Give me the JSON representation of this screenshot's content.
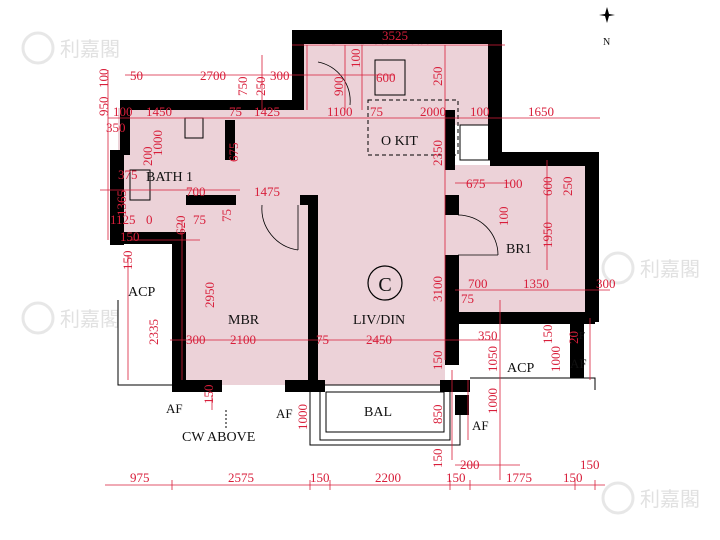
{
  "floor_plan": {
    "unit_letter": "C",
    "rooms": {
      "kit": "O KIT",
      "bath": "BATH 1",
      "mbr": "MBR",
      "livdin": "LIV/DIN",
      "br1": "BR1",
      "bal": "BAL"
    },
    "labels": {
      "acp_left": "ACP",
      "acp_right": "ACP",
      "af_bl": "AF",
      "af_bm": "AF",
      "af_br": "AF",
      "af_r": "AF",
      "af_r2": "AF",
      "cw_above": "CW ABOVE",
      "north": "N"
    },
    "dimensions": {
      "top_3525": "3525",
      "top_50": "50",
      "top_2700": "2700",
      "top_750": "750",
      "top_250a": "250",
      "top_300": "300",
      "top_900": "900",
      "top_100": "100",
      "top_600": "600",
      "top_250b": "250",
      "left_950": "950",
      "left_100": "100",
      "row_100": "100",
      "row_1450": "1450",
      "row_75a": "75",
      "row_1425": "1425",
      "row_1100": "1100",
      "row_75b": "75",
      "row_2000": "2000",
      "row_100b": "100",
      "row_1650": "1650",
      "left_350": "350",
      "d_1000": "1000",
      "d_675": "675",
      "d_2350": "2350",
      "d_200": "200",
      "d_375": "375",
      "d_700": "700",
      "d_1475": "1475",
      "d_675b": "675",
      "d_100c": "100",
      "d_600b": "600",
      "d_250c": "250",
      "d_1365": "1365",
      "d_1125": "1125",
      "d_0": "0",
      "d_75c": "75",
      "d_75d": "75",
      "d_100d": "100",
      "d_1950": "1950",
      "d_150a": "150",
      "d_620": "620",
      "d_150b": "150",
      "d_2950": "2950",
      "d_3100": "3100",
      "d_700b": "700",
      "d_1350": "1350",
      "d_300b": "300",
      "d_75e": "75",
      "d_2335": "2335",
      "d_300c": "300",
      "d_2100": "2100",
      "d_75f": "75",
      "d_2450": "2450",
      "d_350": "350",
      "d_1050": "1050",
      "d_150c": "150",
      "d_1000b": "1000",
      "d_20": "20",
      "d_150d": "150",
      "d_150e": "150",
      "d_1000c": "1000",
      "d_850": "850",
      "d_1000d": "1000",
      "d_150f": "150",
      "bot_975": "975",
      "bot_2575": "2575",
      "bot_150a": "150",
      "bot_2200": "2200",
      "bot_150b": "150",
      "bot_1775": "1775",
      "bot_150c": "150",
      "bot_200": "200",
      "bot_150d": "150"
    },
    "watermark": "利嘉閣",
    "colors": {
      "room_fill": "#ecd2d8",
      "wall": "#000000",
      "dimension": "#d81e3a",
      "watermark": "#c9c9c9"
    }
  }
}
